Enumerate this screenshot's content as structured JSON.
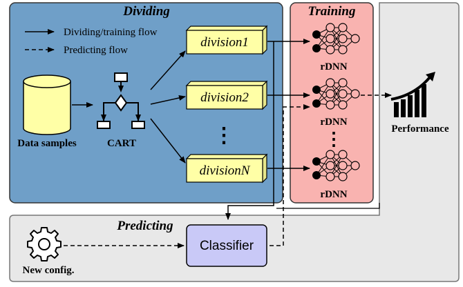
{
  "panels": {
    "dividing": {
      "title": "Dividing",
      "fill": "#6f9fc8"
    },
    "training": {
      "title": "Training",
      "fill": "#f9b3b0"
    },
    "predicting": {
      "title": "Predicting",
      "fill": "#e8e8e8"
    }
  },
  "legend": {
    "solid": "Dividing/training flow",
    "dashed": "Predicting flow"
  },
  "nodes": {
    "data_samples": "Data samples",
    "cart": "CART",
    "divisions": [
      "division1",
      "division2",
      "divisionN"
    ],
    "vertical_ellipsis": "⋮",
    "rdnn_label": "rDNN",
    "performance": "Performance",
    "classifier": "Classifier",
    "new_config": "New config."
  },
  "colors": {
    "database": "#ffffa6",
    "division_box": "#ffffa6",
    "classifier": "#c9c9f7",
    "dividing_panel": "#6f9fc8",
    "training_panel": "#f9b3b0",
    "predicting_panel": "#e8e8e8"
  },
  "icons": [
    "database-icon",
    "tree-icon",
    "neural-network-icon",
    "bar-chart-icon",
    "gear-icon"
  ]
}
